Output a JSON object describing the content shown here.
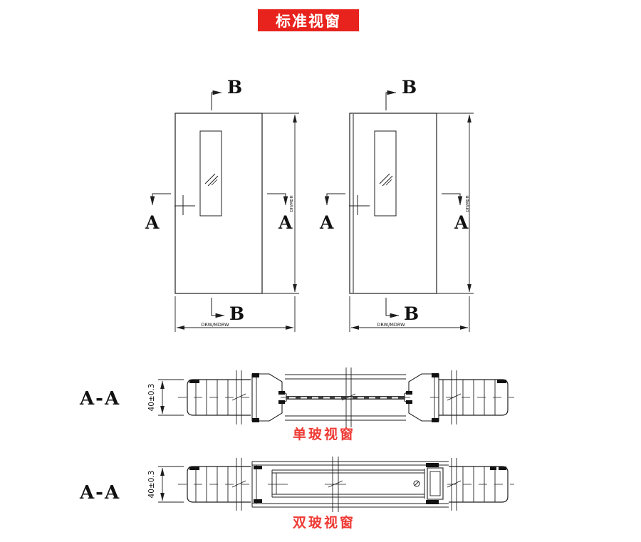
{
  "title": {
    "text": "标准视窗"
  },
  "markers": {
    "a": "A",
    "b": "B"
  },
  "dims": {
    "door_width_label": "DRW/MDRW",
    "door_height_label": "DH/MDH",
    "thickness_label": "40±0.3"
  },
  "sections": {
    "cut_label": "A-A",
    "single_caption": "单玻视窗",
    "double_caption": "双玻视窗"
  },
  "colors": {
    "banner_red": "#e8231d",
    "caption_red": "#ee3a34",
    "line": "#1f1f1f"
  }
}
